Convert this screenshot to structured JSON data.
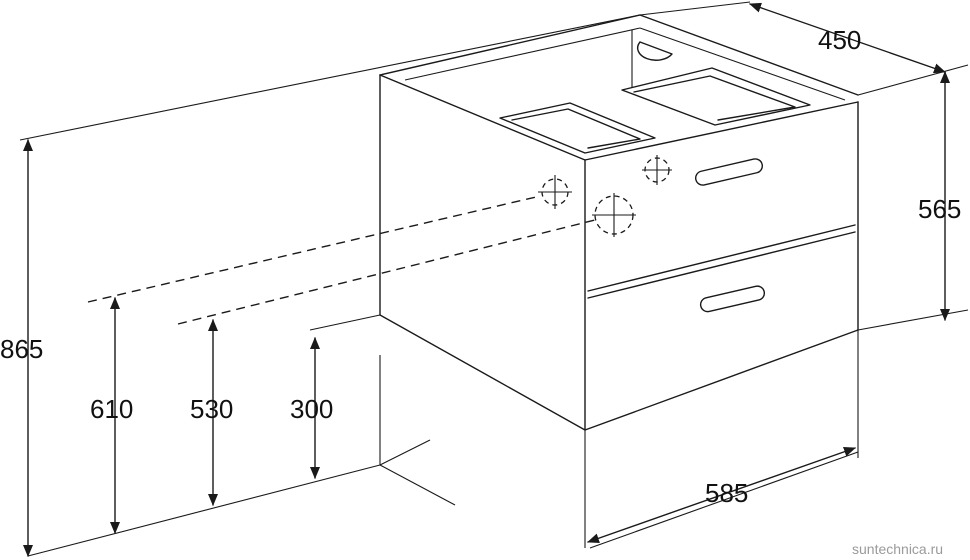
{
  "dimensions": {
    "depth": "450",
    "cabinet_height": "565",
    "total_height": "865",
    "width": "585",
    "drain_height_1": "610",
    "drain_height_2": "530",
    "drain_height_3": "300"
  },
  "watermark": "suntechnica.ru",
  "colors": {
    "line": "#1a1a1a",
    "text": "#111111",
    "watermark": "#9a9a9a",
    "background": "#ffffff"
  }
}
